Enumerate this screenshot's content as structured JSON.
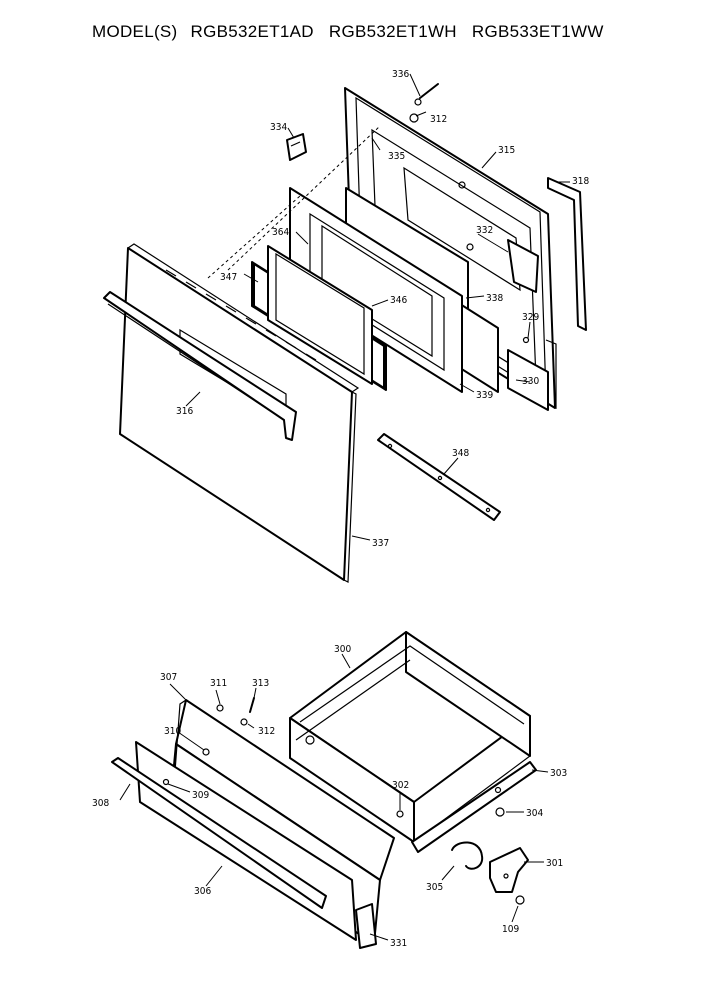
{
  "header": {
    "model_label": "MODEL(S)",
    "models": [
      "RGB532ET1AD",
      "RGB532ET1WH",
      "RGB533ET1WW"
    ]
  },
  "parts": {
    "p336": "336",
    "p312a": "312",
    "p334": "334",
    "p335": "335",
    "p315": "315",
    "p318": "318",
    "p332": "332",
    "p364": "364",
    "p347": "347",
    "p346": "346",
    "p338": "338",
    "p329": "329",
    "p330": "330",
    "p339": "339",
    "p316": "316",
    "p348": "348",
    "p337": "337",
    "p300": "300",
    "p307": "307",
    "p311": "311",
    "p313": "313",
    "p312b": "312",
    "p310": "310",
    "p302": "302",
    "p303": "303",
    "p304": "304",
    "p308": "308",
    "p309": "309",
    "p305": "305",
    "p301": "301",
    "p306": "306",
    "p109": "109",
    "p331": "331"
  }
}
